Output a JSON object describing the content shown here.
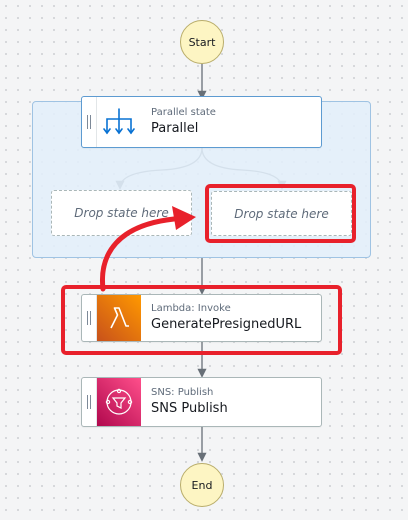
{
  "workflow": {
    "start_label": "Start",
    "end_label": "End",
    "parallel": {
      "type": "Parallel state",
      "name": "Parallel"
    },
    "branches": [
      {
        "drop_label": "Drop state here"
      },
      {
        "drop_label": "Drop state here"
      }
    ],
    "lambda": {
      "type": "Lambda: Invoke",
      "name": "GeneratePresignedURL"
    },
    "sns": {
      "type": "SNS: Publish",
      "name": "SNS Publish"
    }
  },
  "icons": {
    "parallel": "parallel-state-icon",
    "lambda": "lambda-icon",
    "sns": "sns-icon"
  },
  "colors": {
    "highlight": "#e8212b",
    "terminal_fill": "#fdf5c3",
    "lambda_orange": "#ed7100",
    "sns_pink": "#e7157b",
    "group_fill": "#e2effa",
    "connector": "#687078"
  }
}
